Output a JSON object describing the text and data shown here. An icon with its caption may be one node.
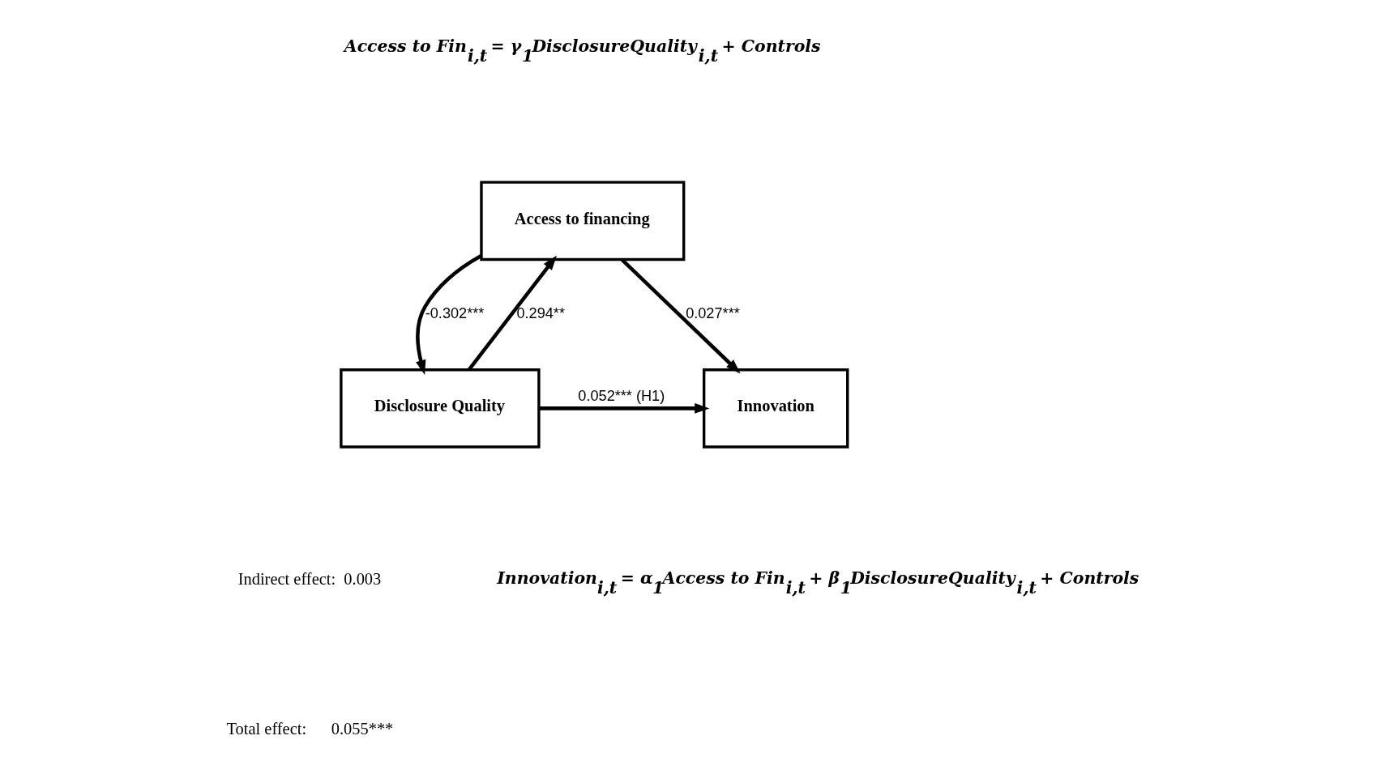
{
  "diagram": {
    "nodes": [
      {
        "text": [
          "Access to financing"
        ]
      },
      {
        "text": [
          "Disclosure Quality"
        ]
      },
      {
        "text": [
          "Innovation"
        ]
      }
    ],
    "edges": [
      {
        "from": 0,
        "to": 1,
        "arrow": "to",
        "label": "-0.302***"
      },
      {
        "from": 1,
        "to": 0,
        "arrow": "to",
        "label": "0.294**"
      },
      {
        "from": 0,
        "to": 2,
        "arrow": "to",
        "label": "0.027***"
      },
      {
        "from": 1,
        "to": 2,
        "arrow": "to",
        "label": "0.052*** (H1)"
      }
    ],
    "labels": [
      "Access to Fin$_{i,t}$ = γ$_{1}$DisclosureQuality$_{i,t}$ + Controls",
      "Innovation$_{i,t}$ = α$_{1}$Access to Fin$_{i,t}$ + β$_{1}$DisclosureQuality$_{i,t}$ + Controls",
      "Indirect effect:  0.003",
      "Total effect:      0.055***"
    ]
  }
}
